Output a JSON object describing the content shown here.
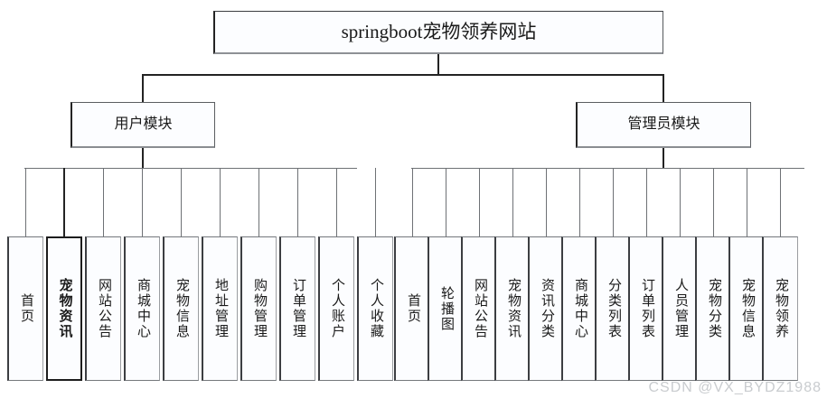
{
  "diagram": {
    "title": "springboot宠物领养网站",
    "type": "tree",
    "watermark": "CSDN @VX_BYDZ1988",
    "colors": {
      "box_fill": "#fcfdff",
      "box_border": "#6f7276",
      "border_dark": "#2b2b2b",
      "line": "#232323",
      "text": "#1a1a1a",
      "watermark": "#c9cccf"
    }
  },
  "root": {
    "label": "springboot宠物领养网站"
  },
  "modules": [
    {
      "label": "用户模块"
    },
    {
      "label": "管理员模块"
    }
  ],
  "user_module": {
    "label": "用户模块",
    "leaves": [
      {
        "label": "首页",
        "highlighted": false
      },
      {
        "label": "宠物资讯",
        "highlighted": true
      },
      {
        "label": "网站公告",
        "highlighted": false
      },
      {
        "label": "商城中心",
        "highlighted": false
      },
      {
        "label": "宠物信息",
        "highlighted": false
      },
      {
        "label": "地址管理",
        "highlighted": false
      },
      {
        "label": "购物管理",
        "highlighted": false
      },
      {
        "label": "订单管理",
        "highlighted": false
      },
      {
        "label": "个人账户",
        "highlighted": false
      },
      {
        "label": "个人收藏",
        "highlighted": false
      }
    ]
  },
  "admin_module": {
    "label": "管理员模块",
    "leaves": [
      {
        "label": "首页",
        "highlighted": false
      },
      {
        "label": "轮播图",
        "highlighted": false
      },
      {
        "label": "网站公告",
        "highlighted": false
      },
      {
        "label": "宠物资讯",
        "highlighted": false
      },
      {
        "label": "资讯分类",
        "highlighted": false
      },
      {
        "label": "商城中心",
        "highlighted": false
      },
      {
        "label": "分类列表",
        "highlighted": false
      },
      {
        "label": "订单列表",
        "highlighted": false
      },
      {
        "label": "人员管理",
        "highlighted": false
      },
      {
        "label": "宠物分类",
        "highlighted": false
      },
      {
        "label": "宠物信息",
        "highlighted": false
      },
      {
        "label": "宠物领养",
        "highlighted": false
      }
    ]
  }
}
